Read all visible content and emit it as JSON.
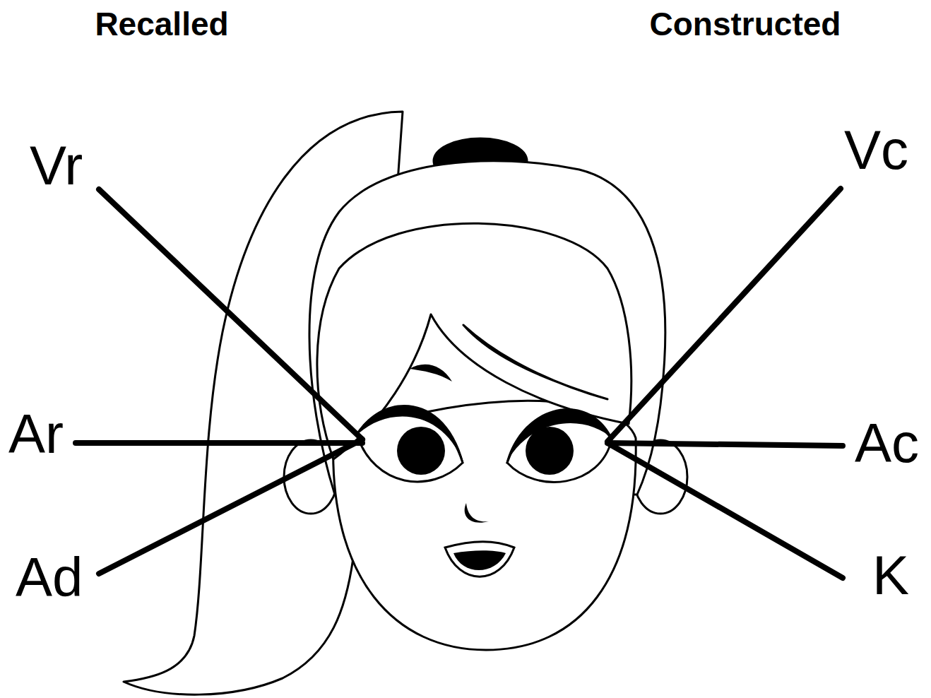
{
  "diagram": {
    "labels": [
      "Recalled",
      "Constructed",
      "Vr",
      "Vc",
      "Ar",
      "Ac",
      "Ad",
      "K"
    ]
  }
}
